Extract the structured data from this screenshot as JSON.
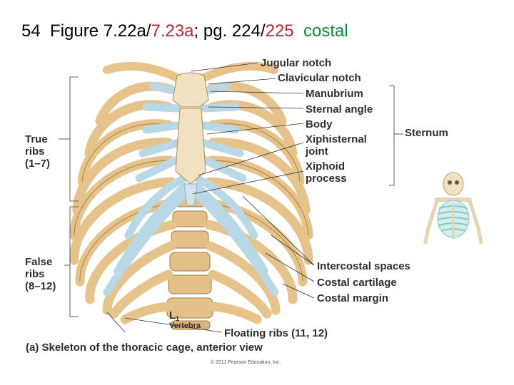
{
  "title": {
    "num": "54",
    "fig_a": "Figure 7.22a/",
    "fig_b": "7.23a",
    "pages_a": "; pg. 224/",
    "pages_b": "225",
    "topic": "costal"
  },
  "labels": {
    "jugular_notch": "Jugular notch",
    "clavicular_notch": "Clavicular notch",
    "manubrium": "Manubrium",
    "sternal_angle": "Sternal angle",
    "body": "Body",
    "xiphisternal_1": "Xiphisternal",
    "xiphisternal_2": "joint",
    "xiphoid_1": "Xiphoid",
    "xiphoid_2": "process",
    "sternum": "Sternum",
    "true_ribs_1": "True",
    "true_ribs_2": "ribs",
    "true_ribs_3": "(1–7)",
    "false_ribs_1": "False",
    "false_ribs_2": "ribs",
    "false_ribs_3": "(8–12)",
    "intercostal_spaces": "Intercostal spaces",
    "costal_cartilage": "Costal cartilage",
    "costal_margin": "Costal margin",
    "vertebra_l": "L",
    "vertebra_sub": "1",
    "vertebra": "Vertebra",
    "floating_ribs": "Floating ribs (11, 12)",
    "caption": "(a) Skeleton of the thoracic cage, anterior view",
    "credit": "© 2011 Pearson Education, Inc."
  },
  "colors": {
    "bone": "#e8c48a",
    "bone_dark": "#b78a4c",
    "cartilage": "#b9d8e6",
    "title_red": "#c0262d",
    "title_green": "#0d8a3c",
    "mini_skeleton_ribs": "#7fc9c9"
  }
}
